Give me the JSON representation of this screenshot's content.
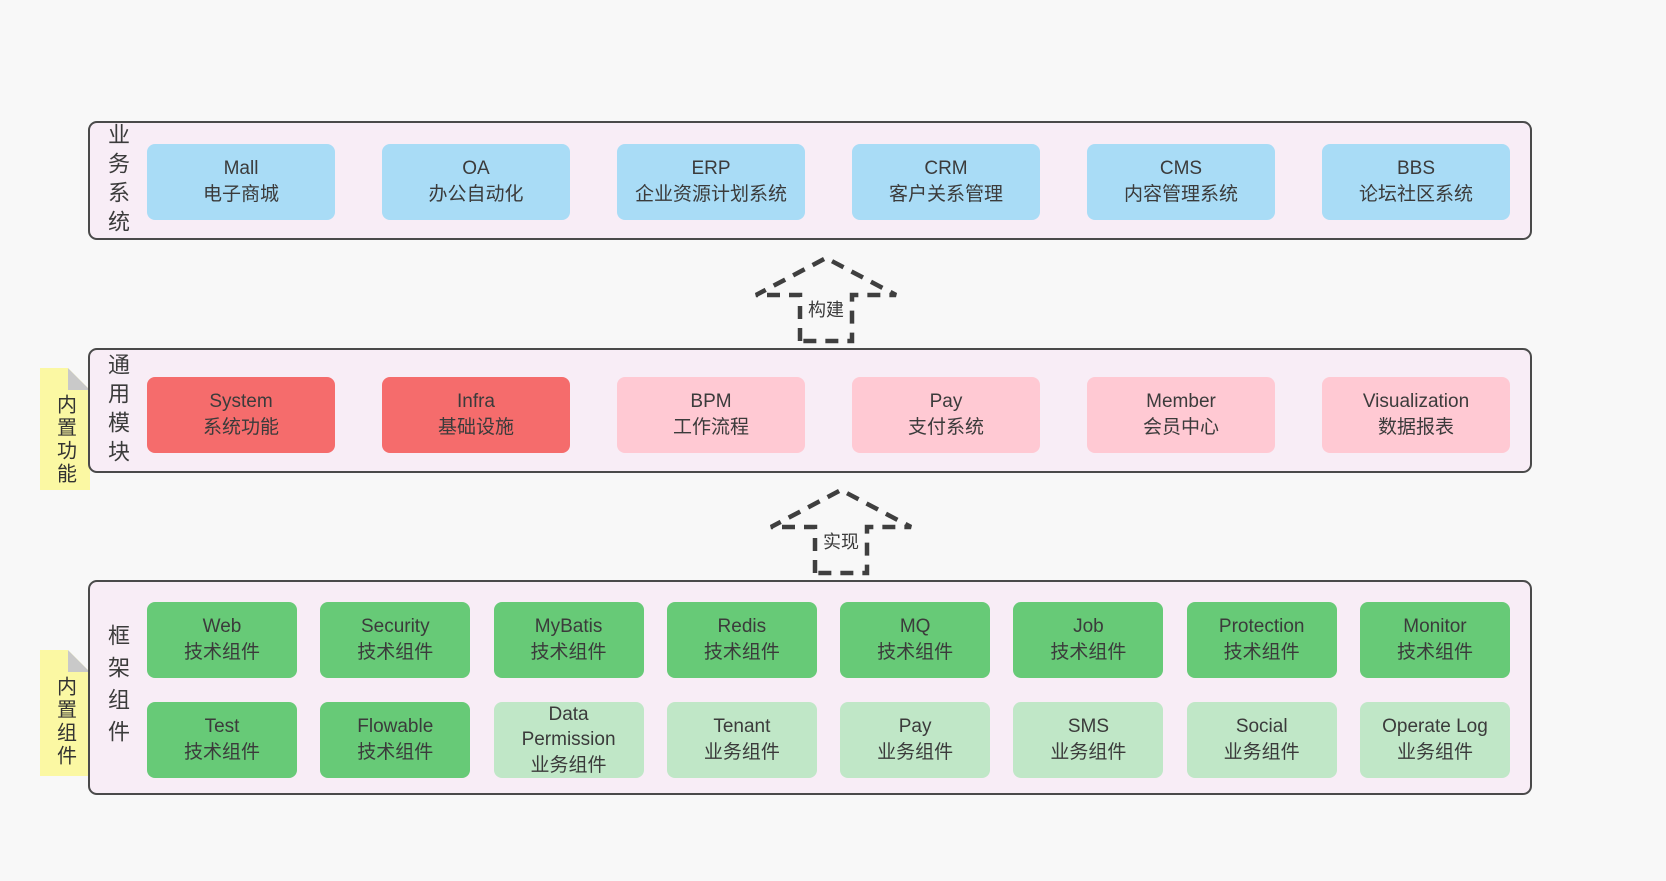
{
  "diagram": {
    "sections": {
      "business": {
        "label": "业务系统",
        "boxes": [
          {
            "title": "Mall",
            "subtitle": "电子商城"
          },
          {
            "title": "OA",
            "subtitle": "办公自动化"
          },
          {
            "title": "ERP",
            "subtitle": "企业资源计划系统"
          },
          {
            "title": "CRM",
            "subtitle": "客户关系管理"
          },
          {
            "title": "CMS",
            "subtitle": "内容管理系统"
          },
          {
            "title": "BBS",
            "subtitle": "论坛社区系统"
          }
        ]
      },
      "modules": {
        "label": "通用模块",
        "sticky": "内置功能",
        "boxes": [
          {
            "title": "System",
            "subtitle": "系统功能"
          },
          {
            "title": "Infra",
            "subtitle": "基础设施"
          },
          {
            "title": "BPM",
            "subtitle": "工作流程"
          },
          {
            "title": "Pay",
            "subtitle": "支付系统"
          },
          {
            "title": "Member",
            "subtitle": "会员中心"
          },
          {
            "title": "Visualization",
            "subtitle": "数据报表"
          }
        ]
      },
      "components": {
        "label": "框架组件",
        "sticky": "内置组件",
        "row1": [
          {
            "title": "Web",
            "subtitle": "技术组件"
          },
          {
            "title": "Security",
            "subtitle": "技术组件"
          },
          {
            "title": "MyBatis",
            "subtitle": "技术组件"
          },
          {
            "title": "Redis",
            "subtitle": "技术组件"
          },
          {
            "title": "MQ",
            "subtitle": "技术组件"
          },
          {
            "title": "Job",
            "subtitle": "技术组件"
          },
          {
            "title": "Protection",
            "subtitle": "技术组件"
          },
          {
            "title": "Monitor",
            "subtitle": "技术组件"
          }
        ],
        "row2": [
          {
            "title": "Test",
            "subtitle": "技术组件"
          },
          {
            "title": "Flowable",
            "subtitle": "技术组件"
          },
          {
            "title": "Data Permission",
            "subtitle": "业务组件"
          },
          {
            "title": "Tenant",
            "subtitle": "业务组件"
          },
          {
            "title": "Pay",
            "subtitle": "业务组件"
          },
          {
            "title": "SMS",
            "subtitle": "业务组件"
          },
          {
            "title": "Social",
            "subtitle": "业务组件"
          },
          {
            "title": "Operate Log",
            "subtitle": "业务组件"
          }
        ]
      }
    },
    "arrows": {
      "build": "构建",
      "implement": "实现"
    },
    "colors": {
      "page_bg": "#f8f8f8",
      "panel_bg": "#f8edf6",
      "panel_border": "#4a4a4a",
      "blue": "#a9dcf6",
      "red": "#f56c6c",
      "pink": "#ffc9d3",
      "green_dark": "#67ca77",
      "green_light": "#c0e7c7",
      "sticky_yellow": "#fbf8a3",
      "sticky_fold": "#c9c9c9",
      "text": "#3b3b3b"
    }
  }
}
